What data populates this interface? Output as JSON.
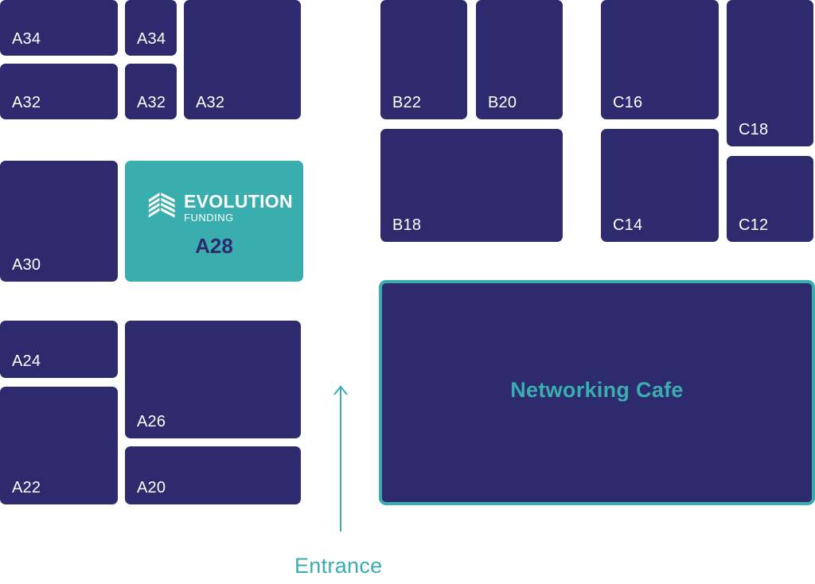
{
  "colors": {
    "booth": "#2e2a6e",
    "highlight": "#3aaeae",
    "background": "#ffffff",
    "label": "#ffffff"
  },
  "booths": {
    "a34_left": "A34",
    "a34_small": "A34",
    "a32_left": "A32",
    "a32_small": "A32",
    "a32_large": "A32",
    "a30": "A30",
    "a24": "A24",
    "a22": "A22",
    "a26": "A26",
    "a20": "A20",
    "b22": "B22",
    "b20": "B20",
    "b18": "B18",
    "c16": "C16",
    "c18": "C18",
    "c14": "C14",
    "c12": "C12"
  },
  "highlight": {
    "brand_name": "EVOLUTION",
    "brand_sub": "FUNDING",
    "booth_code": "A28",
    "logo_icon": "evolution-funding-logo-icon"
  },
  "networking_cafe": "Networking Cafe",
  "entrance": {
    "label": "Entrance",
    "icon": "up-arrow-icon"
  }
}
